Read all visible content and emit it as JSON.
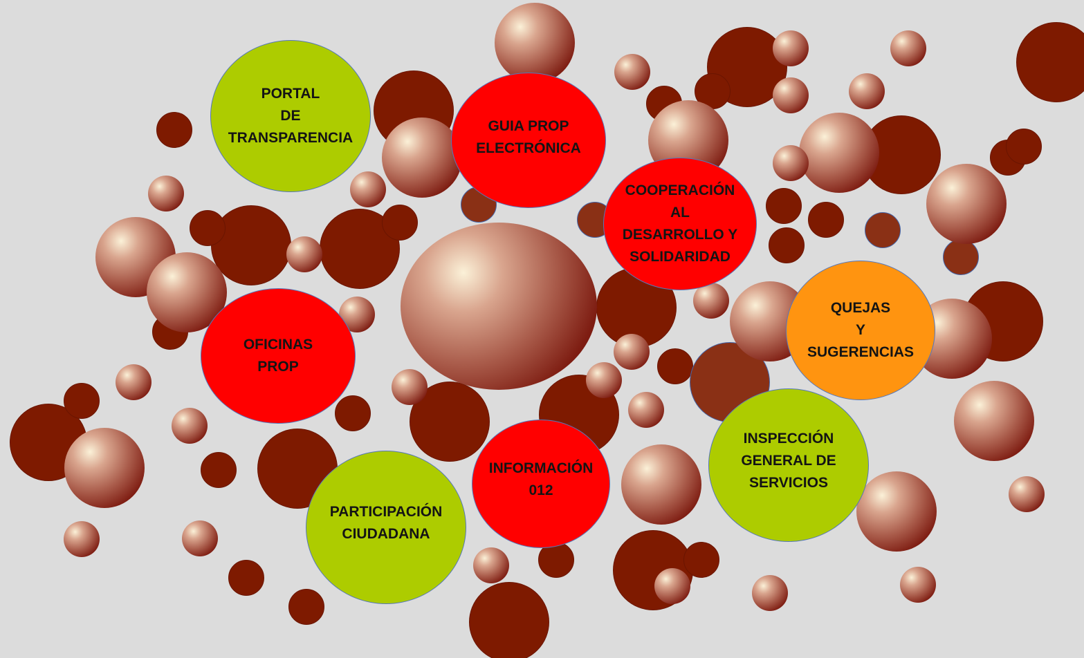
{
  "nodes": [
    {
      "id": "portal-transparencia",
      "label": "PORTAL\nDE\nTRANSPARENCIA",
      "color": "#adcc00"
    },
    {
      "id": "guia-prop",
      "label": "GUIA PROP\nELECTRÓNICA",
      "color": "#ff0000"
    },
    {
      "id": "cooperacion",
      "label": "COOPERACIÓN\nAL\nDESARROLLO Y\nSOLIDARIDAD",
      "color": "#ff0000"
    },
    {
      "id": "quejas",
      "label": "QUEJAS\nY\nSUGERENCIAS",
      "color": "#ff9410"
    },
    {
      "id": "oficinas-prop",
      "label": "OFICINAS\nPROP",
      "color": "#ff0000"
    },
    {
      "id": "inspeccion",
      "label": "INSPECCIÓN\nGENERAL DE\nSERVICIOS",
      "color": "#adcc00"
    },
    {
      "id": "informacion-012",
      "label": "INFORMACIÓN\n012",
      "color": "#ff0000"
    },
    {
      "id": "participacion",
      "label": "PARTICIPACIÓN\nCIUDADANA",
      "color": "#adcc00"
    }
  ],
  "colors": {
    "background": "#dcdcdc",
    "bubble_solid": "#7e1a00",
    "bubble_mid": "#8a3015",
    "category_green": "#adcc00",
    "category_red": "#ff0000",
    "category_orange": "#ff9410"
  }
}
